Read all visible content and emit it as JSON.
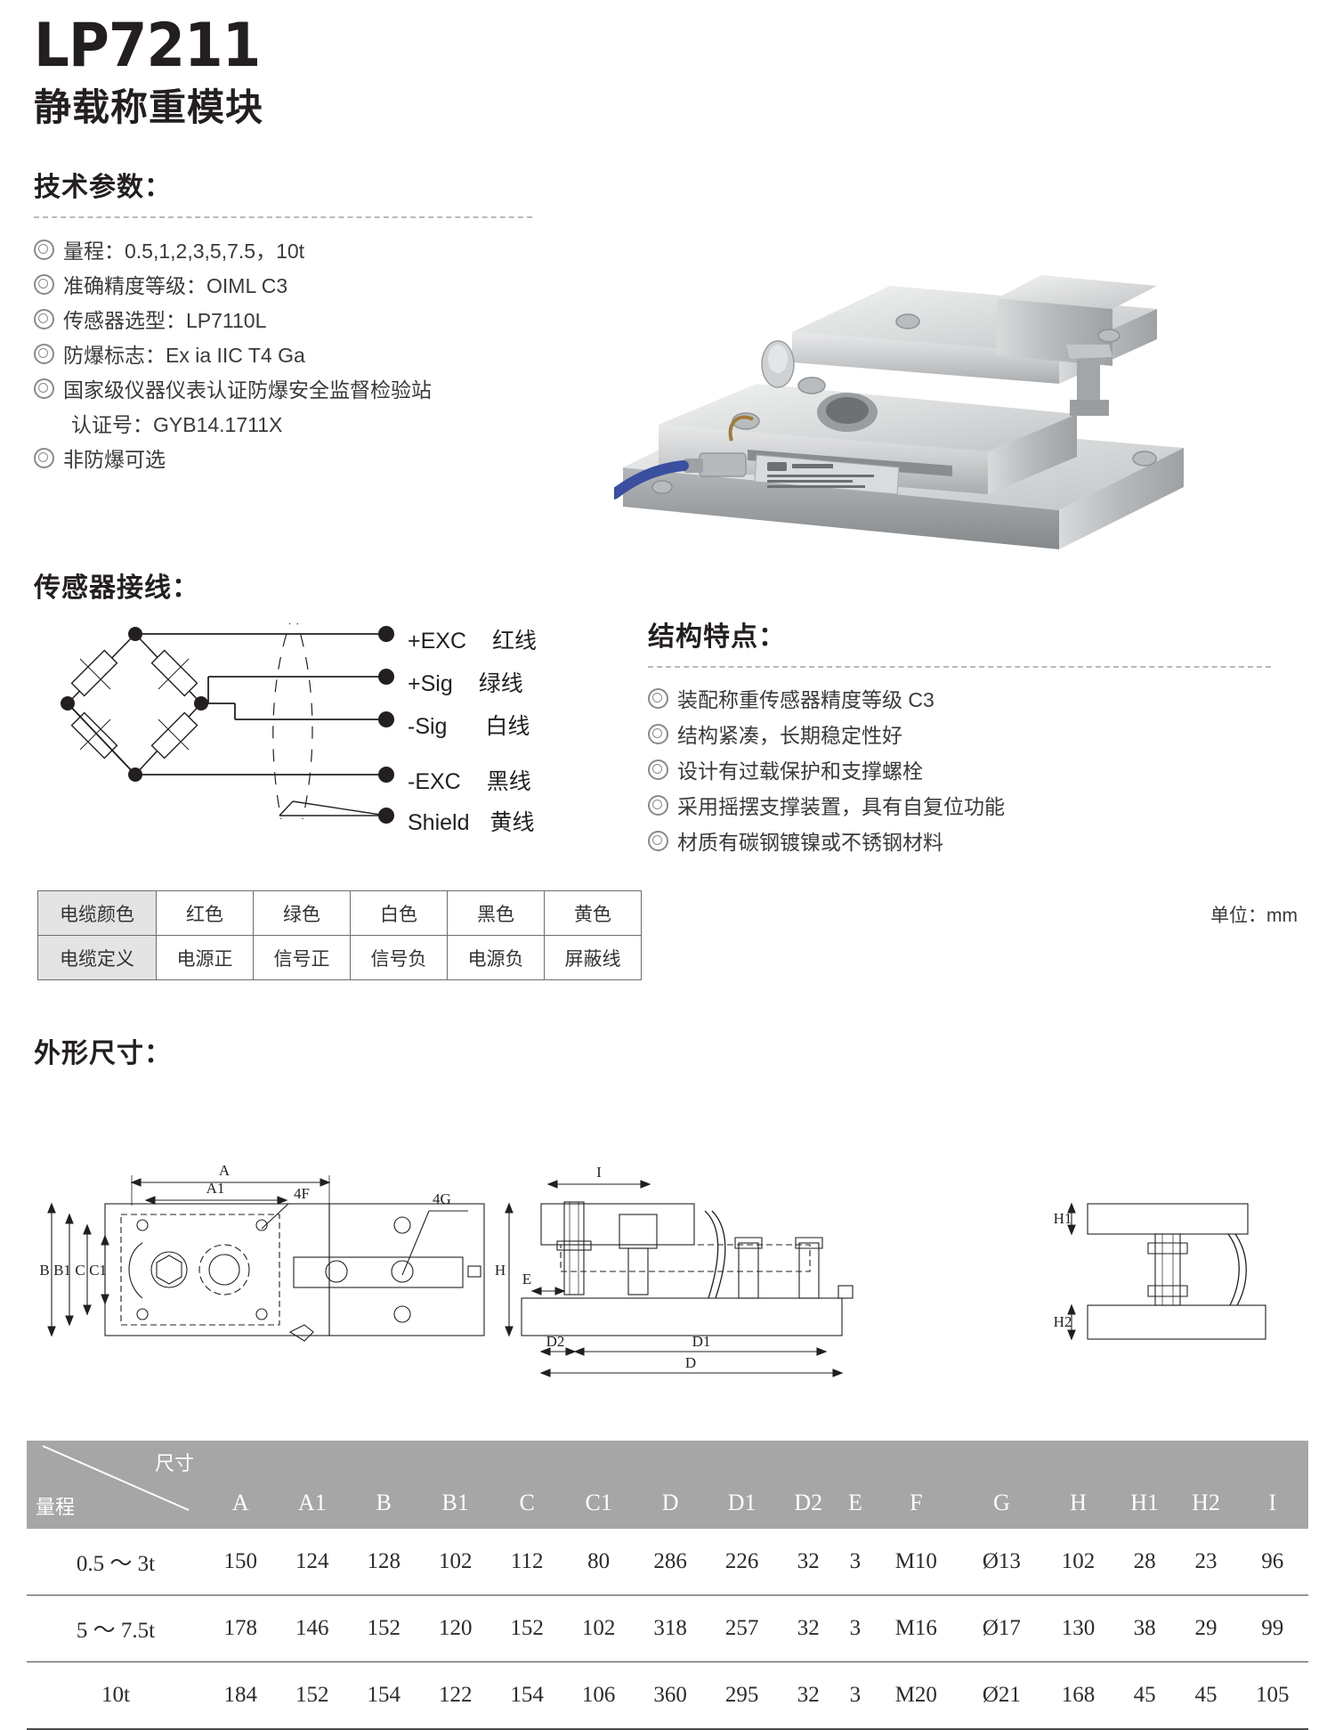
{
  "header": {
    "model": "LP7211",
    "subtitle": "静载称重模块"
  },
  "tech": {
    "heading": "技术参数：",
    "items": [
      "量程：0.5,1,2,3,5,7.5，10t",
      "准确精度等级：OIML C3",
      "传感器选型：LP7110L",
      "防爆标志：Ex ia IIC T4 Ga",
      "国家级仪器仪表认证防爆安全监督检验站",
      "非防爆可选"
    ],
    "sub_line": "认证号：GYB14.1711X"
  },
  "wiring": {
    "heading": "传感器接线：",
    "labels": [
      {
        "code": "+EXC",
        "color": "红线"
      },
      {
        "code": "+Sig",
        "color": "绿线"
      },
      {
        "code": "-Sig",
        "color": "白线"
      },
      {
        "code": "-EXC",
        "color": "黑线"
      },
      {
        "code": "Shield",
        "color": "黄线"
      }
    ]
  },
  "cable_table": {
    "rows": [
      {
        "header": "电缆颜色",
        "cells": [
          "红色",
          "绿色",
          "白色",
          "黑色",
          "黄色"
        ]
      },
      {
        "header": "电缆定义",
        "cells": [
          "电源正",
          "信号正",
          "信号负",
          "电源负",
          "屏蔽线"
        ]
      }
    ]
  },
  "features": {
    "heading": "结构特点：",
    "items": [
      "装配称重传感器精度等级 C3",
      "结构紧凑，长期稳定性好",
      "设计有过载保护和支撑螺栓",
      "采用摇摆支撑装置，具有自复位功能",
      "材质有碳钢镀镍或不锈钢材料"
    ]
  },
  "dimensions": {
    "heading": "外形尺寸：",
    "unit": "单位：mm",
    "drawing_labels": [
      "A",
      "A1",
      "4F",
      "4G",
      "B",
      "B1",
      "C",
      "C1",
      "I",
      "E",
      "H",
      "D",
      "D1",
      "D2",
      "H1",
      "H2"
    ],
    "table": {
      "corner_top": "尺寸",
      "corner_bottom": "量程",
      "columns": [
        "A",
        "A1",
        "B",
        "B1",
        "C",
        "C1",
        "D",
        "D1",
        "D2",
        "E",
        "F",
        "G",
        "H",
        "H1",
        "H2",
        "I"
      ],
      "rows": [
        {
          "capacity": "0.5 ～ 3t",
          "values": [
            "150",
            "124",
            "128",
            "102",
            "112",
            "80",
            "286",
            "226",
            "32",
            "3",
            "M10",
            "Ø13",
            "102",
            "28",
            "23",
            "96"
          ]
        },
        {
          "capacity": "5 ～ 7.5t",
          "values": [
            "178",
            "146",
            "152",
            "120",
            "152",
            "102",
            "318",
            "257",
            "32",
            "3",
            "M16",
            "Ø17",
            "130",
            "38",
            "29",
            "99"
          ]
        },
        {
          "capacity": "10t",
          "values": [
            "184",
            "152",
            "154",
            "122",
            "154",
            "106",
            "360",
            "295",
            "32",
            "3",
            "M20",
            "Ø21",
            "168",
            "45",
            "45",
            "105"
          ]
        }
      ]
    }
  },
  "colors": {
    "text": "#231f20",
    "body_text": "#3a3a3a",
    "table_header": "#a6a6a6",
    "cable_header_bg": "#e4e4e4",
    "cable_blue": "#3a4fa0"
  }
}
